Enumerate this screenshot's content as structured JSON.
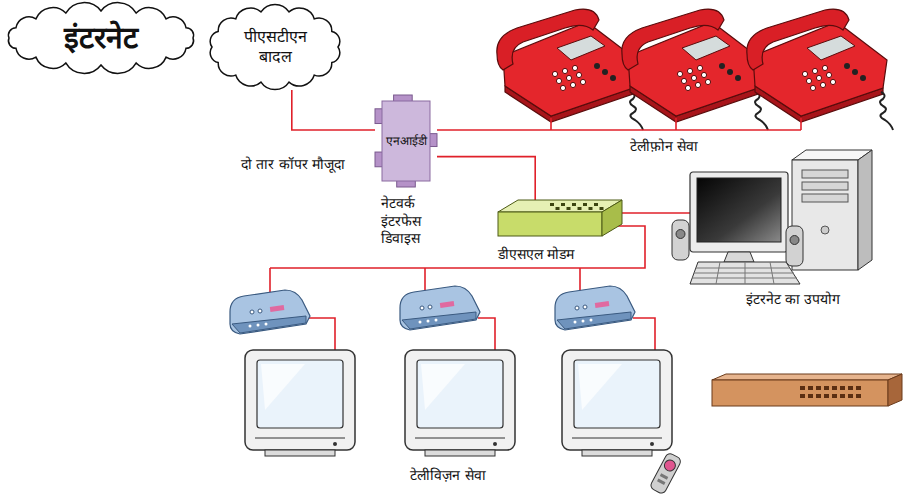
{
  "diagram": {
    "nodes": [
      {
        "text": [
          "इंटरनेट"
        ]
      },
      {
        "text": [
          "पीएसटीएन बादल"
        ]
      },
      {
        "text": [
          "एनआईडी",
          "नेटवर्क इंटरफेस डिवाइस"
        ]
      },
      {
        "text": [
          "डीएसएल मोडम"
        ]
      }
    ],
    "edges": [
      {
        "from": 1,
        "to": 2,
        "arrow": "none"
      },
      {
        "from": 2,
        "to": 3,
        "arrow": "none"
      }
    ],
    "labels": [
      "दो तार कॉपर मौजूदा",
      "टेलीफ़ोन सेवा",
      "इंटरनेट का उपयोग",
      "टेलीविज़न सेवा"
    ]
  }
}
